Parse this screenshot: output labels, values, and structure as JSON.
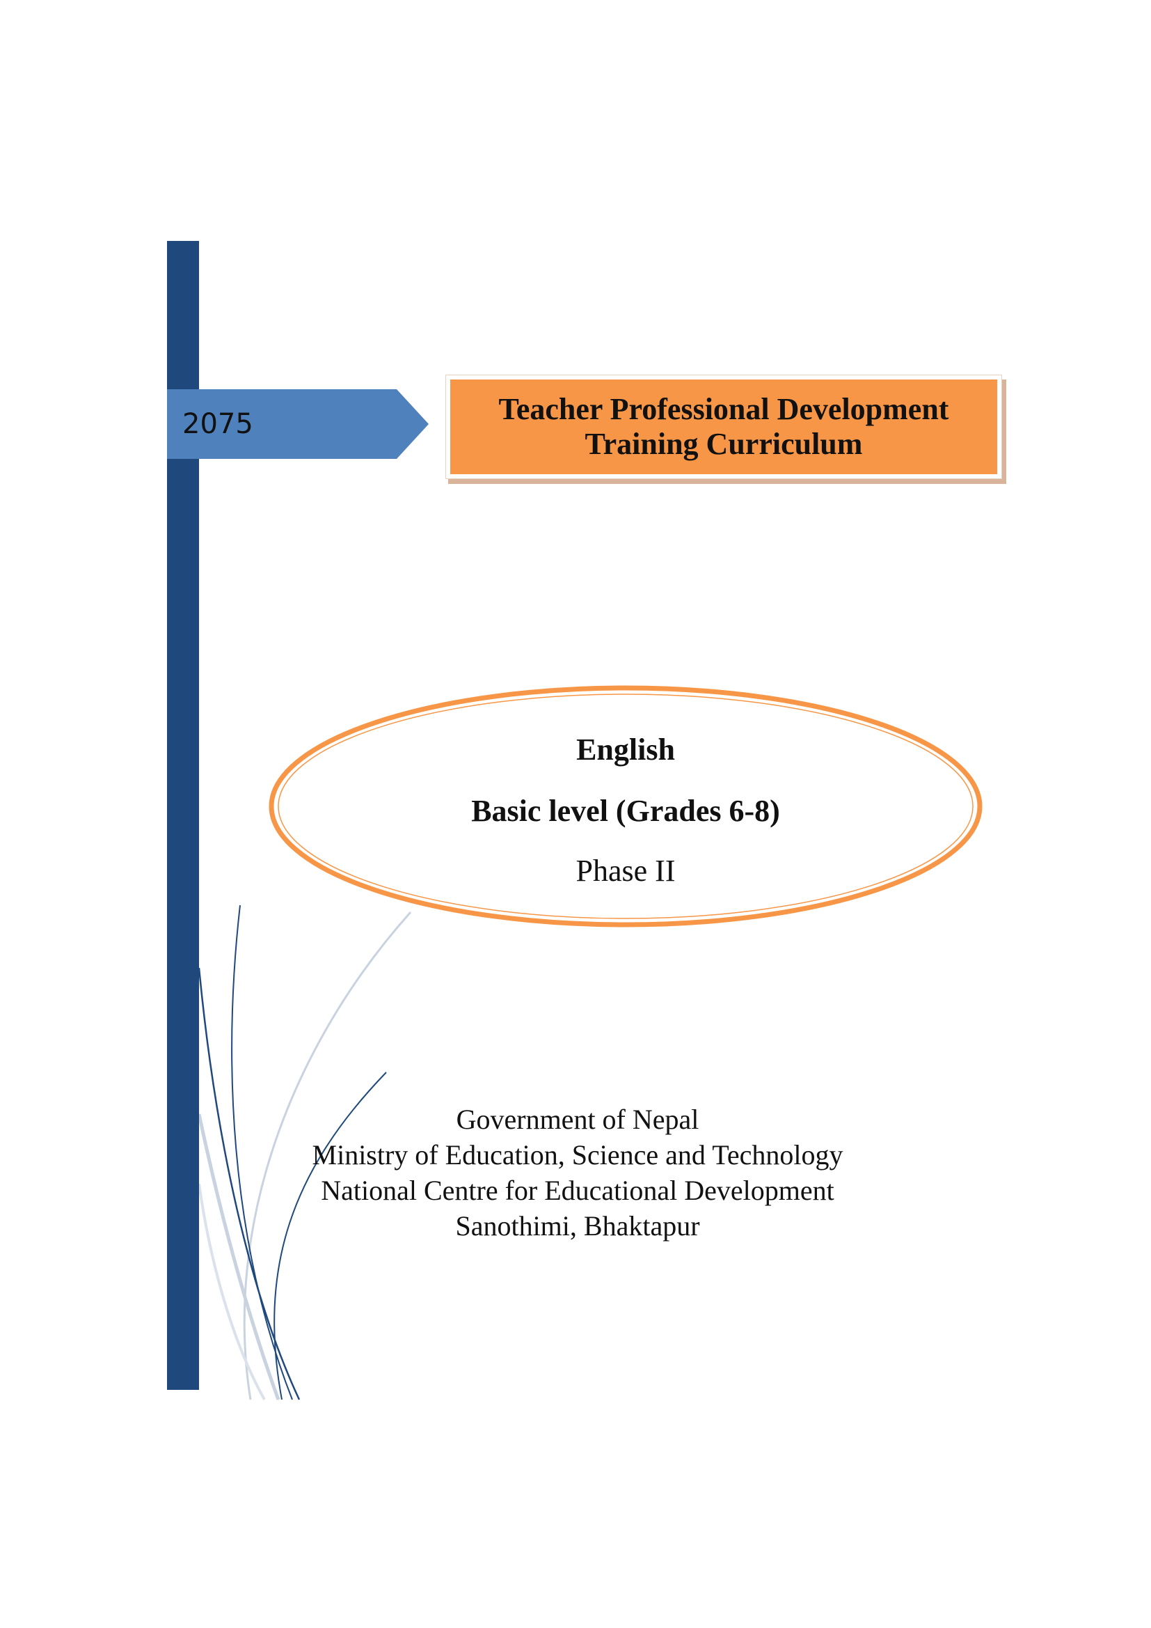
{
  "cover": {
    "year": "2075",
    "title_lines": [
      "Teacher Professional Development",
      "Training Curriculum"
    ],
    "subject": "English",
    "level": "Basic level (Grades 6-8)",
    "phase": "Phase II",
    "organization_lines": [
      "Government of Nepal",
      "Ministry of Education, Science and Technology",
      "National Centre for Educational Development",
      "Sanothimi, Bhaktapur"
    ]
  },
  "colors": {
    "bar_navy": "#1f497d",
    "tab_blue": "#4f81bd",
    "title_orange": "#f79646",
    "ellipse_orange": "#f79646",
    "line_light": "#c9d3e0"
  }
}
